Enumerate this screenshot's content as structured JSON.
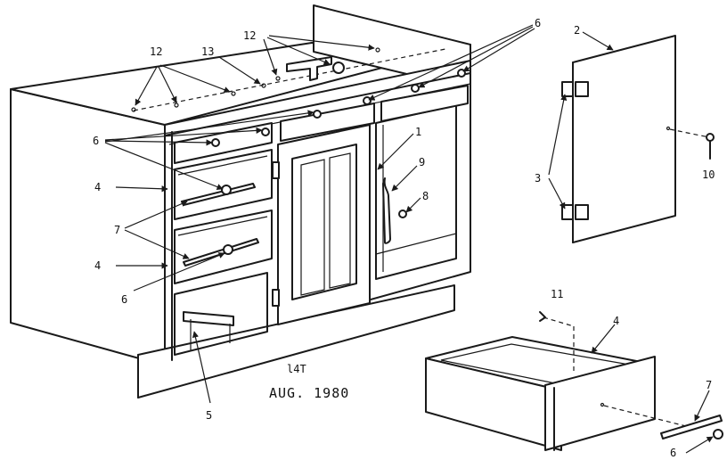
{
  "caption": {
    "date": "AUG. 1980",
    "code": "l4T"
  },
  "callouts": {
    "c1": "1",
    "c2": "2",
    "c3": "3",
    "c4a": "4",
    "c4b": "4",
    "c4c": "4",
    "c5": "5",
    "c6a": "6",
    "c6b": "6",
    "c6c": "6",
    "c6d": "6",
    "c7a": "7",
    "c7b": "7",
    "c8": "8",
    "c9": "9",
    "c10": "10",
    "c11": "11",
    "c12a": "12",
    "c12b": "12",
    "c13": "13"
  },
  "colors": {
    "ink": "#1a1a1a",
    "paper": "#ffffff"
  }
}
